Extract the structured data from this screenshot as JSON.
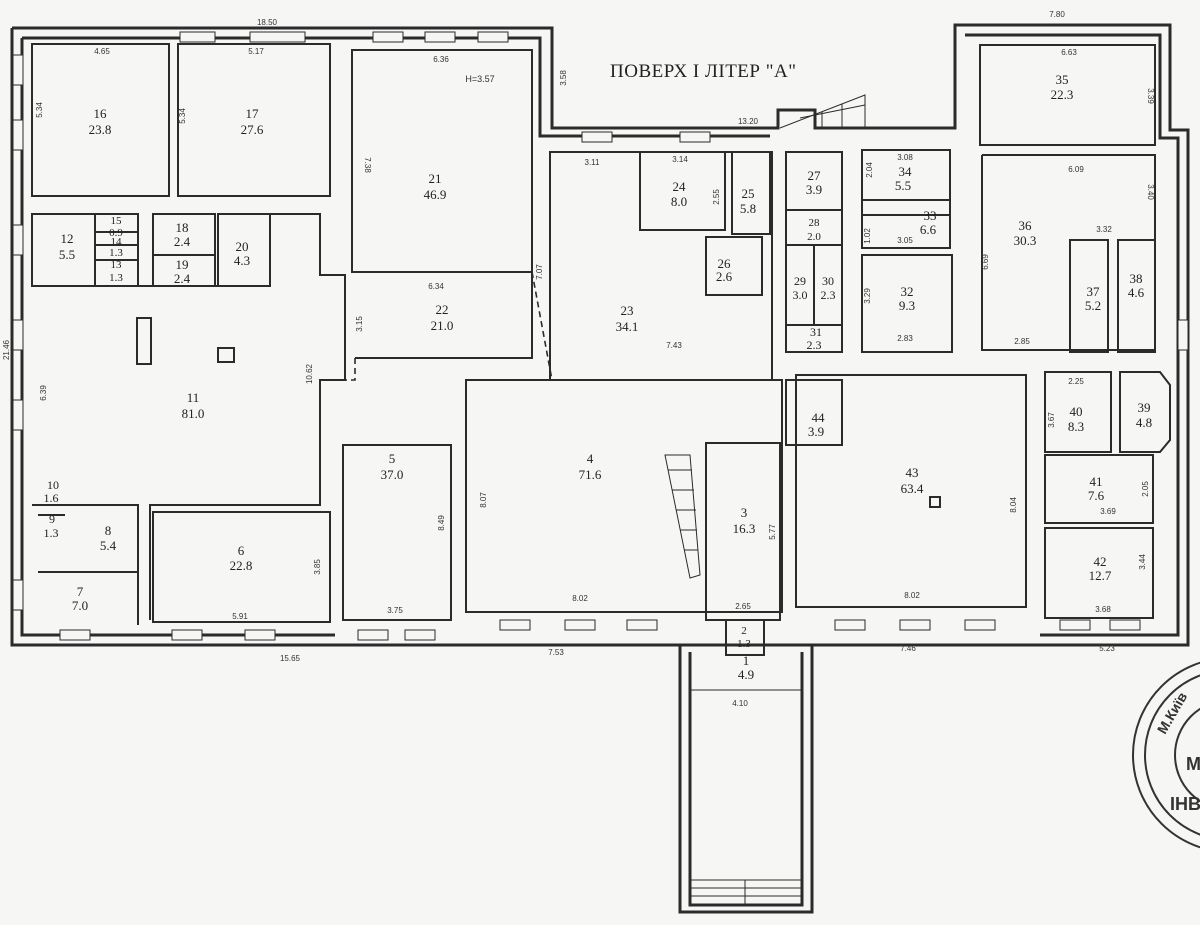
{
  "title": "ПОВЕРХ І ЛІТЕР \"А\"",
  "height_note": "H=3.57",
  "rooms": [
    {
      "id": "1",
      "num": "1",
      "area": "4.9"
    },
    {
      "id": "2",
      "num": "2",
      "area": "1.3"
    },
    {
      "id": "3",
      "num": "3",
      "area": "16.3"
    },
    {
      "id": "4",
      "num": "4",
      "area": "71.6"
    },
    {
      "id": "5",
      "num": "5",
      "area": "37.0"
    },
    {
      "id": "6",
      "num": "6",
      "area": "22.8"
    },
    {
      "id": "7",
      "num": "7",
      "area": "7.0"
    },
    {
      "id": "8",
      "num": "8",
      "area": "5.4"
    },
    {
      "id": "9",
      "num": "9",
      "area": "1.3"
    },
    {
      "id": "10",
      "num": "10",
      "area": "1.6"
    },
    {
      "id": "11",
      "num": "11",
      "area": "81.0"
    },
    {
      "id": "12",
      "num": "12",
      "area": "5.5"
    },
    {
      "id": "13",
      "num": "13",
      "area": "1.3"
    },
    {
      "id": "14",
      "num": "14",
      "area": "1.3"
    },
    {
      "id": "15",
      "num": "15",
      "area": "0.9"
    },
    {
      "id": "16",
      "num": "16",
      "area": "23.8"
    },
    {
      "id": "17",
      "num": "17",
      "area": "27.6"
    },
    {
      "id": "18",
      "num": "18",
      "area": "2.4"
    },
    {
      "id": "19",
      "num": "19",
      "area": "2.4"
    },
    {
      "id": "20",
      "num": "20",
      "area": "4.3"
    },
    {
      "id": "21",
      "num": "21",
      "area": "46.9"
    },
    {
      "id": "22",
      "num": "22",
      "area": "21.0"
    },
    {
      "id": "23",
      "num": "23",
      "area": "34.1"
    },
    {
      "id": "24",
      "num": "24",
      "area": "8.0"
    },
    {
      "id": "25",
      "num": "25",
      "area": "5.8"
    },
    {
      "id": "26",
      "num": "26",
      "area": "2.6"
    },
    {
      "id": "27",
      "num": "27",
      "area": "3.9"
    },
    {
      "id": "28",
      "num": "28",
      "area": "2.0"
    },
    {
      "id": "29",
      "num": "29",
      "area": "3.0"
    },
    {
      "id": "30",
      "num": "30",
      "area": "2.3"
    },
    {
      "id": "31",
      "num": "31",
      "area": "2.3"
    },
    {
      "id": "32",
      "num": "32",
      "area": "9.3"
    },
    {
      "id": "33",
      "num": "33",
      "area": "6.6"
    },
    {
      "id": "34",
      "num": "34",
      "area": "5.5"
    },
    {
      "id": "35",
      "num": "35",
      "area": "22.3"
    },
    {
      "id": "36",
      "num": "36",
      "area": "30.3"
    },
    {
      "id": "37",
      "num": "37",
      "area": "5.2"
    },
    {
      "id": "38",
      "num": "38",
      "area": "4.6"
    },
    {
      "id": "39",
      "num": "39",
      "area": "4.8"
    },
    {
      "id": "40",
      "num": "40",
      "area": "8.3"
    },
    {
      "id": "41",
      "num": "41",
      "area": "7.6"
    },
    {
      "id": "42",
      "num": "42",
      "area": "12.7"
    },
    {
      "id": "43",
      "num": "43",
      "area": "63.4"
    },
    {
      "id": "44",
      "num": "44",
      "area": "3.9"
    }
  ],
  "dimensions": [
    {
      "id": "d1",
      "text": "18.50"
    },
    {
      "id": "d2",
      "text": "4.65"
    },
    {
      "id": "d3",
      "text": "5.17"
    },
    {
      "id": "d4",
      "text": "6.36"
    },
    {
      "id": "d5",
      "text": "3.58"
    },
    {
      "id": "d6",
      "text": "7.80"
    },
    {
      "id": "d7",
      "text": "6.63"
    },
    {
      "id": "d8",
      "text": "3.39"
    },
    {
      "id": "d9",
      "text": "13.20"
    },
    {
      "id": "d10",
      "text": "3.11"
    },
    {
      "id": "d11",
      "text": "3.14"
    },
    {
      "id": "d12",
      "text": "3.08"
    },
    {
      "id": "d13",
      "text": "2.04"
    },
    {
      "id": "d14",
      "text": "6.09"
    },
    {
      "id": "d15",
      "text": "3.40"
    },
    {
      "id": "d16",
      "text": "3.32"
    },
    {
      "id": "d17",
      "text": "3.05"
    },
    {
      "id": "d18",
      "text": "1.02"
    },
    {
      "id": "d19",
      "text": "6.69"
    },
    {
      "id": "d20",
      "text": "2.55"
    },
    {
      "id": "d21",
      "text": "7.38"
    },
    {
      "id": "d22",
      "text": "5.34"
    },
    {
      "id": "d23",
      "text": "5.34"
    },
    {
      "id": "d24",
      "text": "7.07"
    },
    {
      "id": "d25",
      "text": "6.34"
    },
    {
      "id": "d26",
      "text": "3.15"
    },
    {
      "id": "d27",
      "text": "7.43"
    },
    {
      "id": "d28",
      "text": "3.29"
    },
    {
      "id": "d29",
      "text": "2.83"
    },
    {
      "id": "d30",
      "text": "2.85"
    },
    {
      "id": "d31",
      "text": "21.46"
    },
    {
      "id": "d32",
      "text": "6.39"
    },
    {
      "id": "d33",
      "text": "10.62"
    },
    {
      "id": "d34",
      "text": "2.25"
    },
    {
      "id": "d35",
      "text": "3.67"
    },
    {
      "id": "d36",
      "text": "8.49"
    },
    {
      "id": "d37",
      "text": "8.07"
    },
    {
      "id": "d38",
      "text": "5.77"
    },
    {
      "id": "d39",
      "text": "8.04"
    },
    {
      "id": "d40",
      "text": "2.05"
    },
    {
      "id": "d41",
      "text": "3.69"
    },
    {
      "id": "d42",
      "text": "3.85"
    },
    {
      "id": "d43",
      "text": "3.44"
    },
    {
      "id": "d44",
      "text": "5.91"
    },
    {
      "id": "d45",
      "text": "3.75"
    },
    {
      "id": "d46",
      "text": "8.02"
    },
    {
      "id": "d47",
      "text": "2.65"
    },
    {
      "id": "d48",
      "text": "8.02"
    },
    {
      "id": "d49",
      "text": "3.68"
    },
    {
      "id": "d50",
      "text": "15.65"
    },
    {
      "id": "d51",
      "text": "7.53"
    },
    {
      "id": "d52",
      "text": "7.46"
    },
    {
      "id": "d53",
      "text": "5.23"
    },
    {
      "id": "d54",
      "text": "4.10"
    }
  ],
  "stamp": {
    "text_city": "М.Київ",
    "text_mid": "М",
    "text_inv": "ІНВ"
  }
}
